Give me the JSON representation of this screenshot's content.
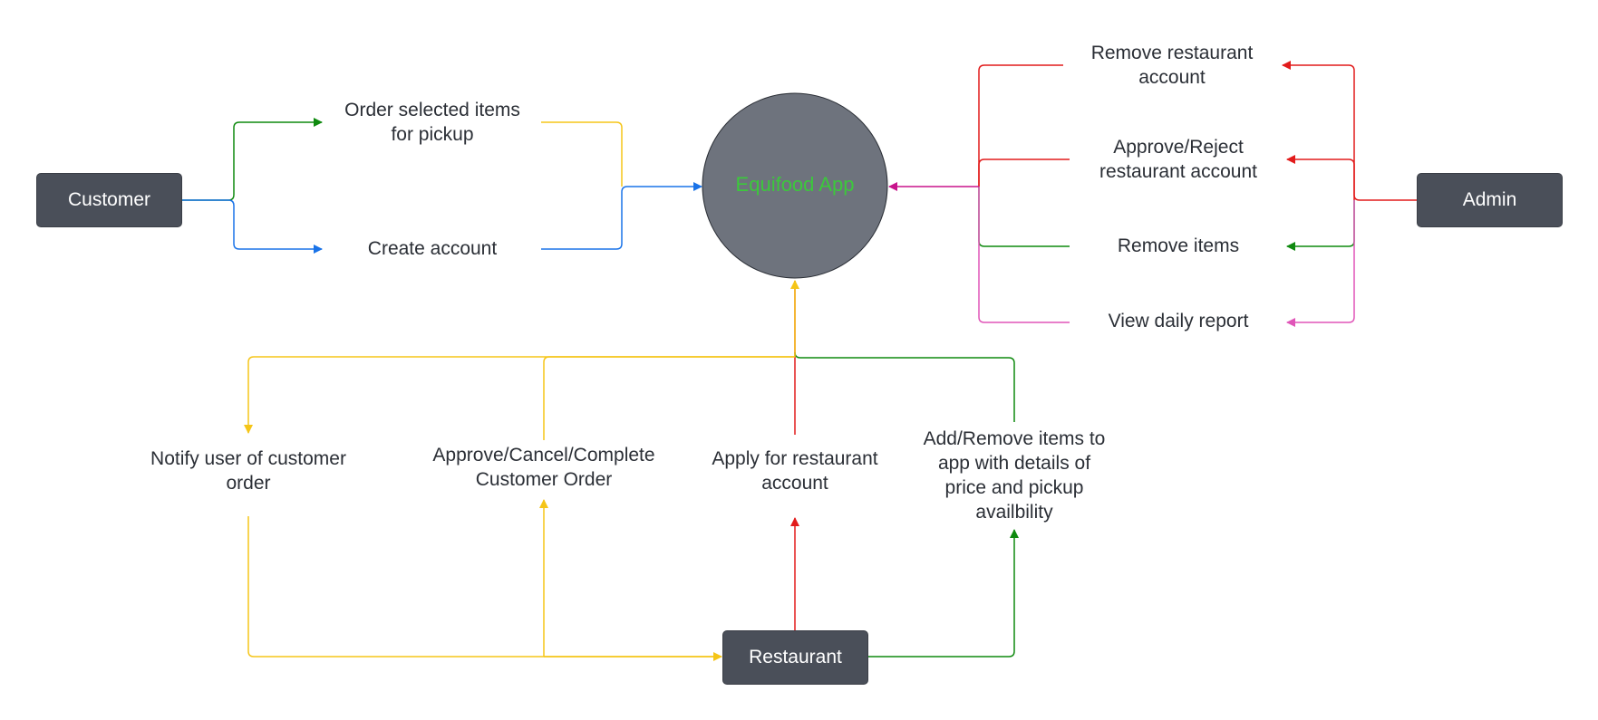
{
  "colors": {
    "green": "#0f8a0f",
    "blue": "#1a73e8",
    "yellow": "#f5c518",
    "red": "#e21b1b",
    "magenta": "#c8148c",
    "pink": "#e055b8",
    "node_fill": "#4a4f59",
    "circle_fill": "#6e737d",
    "app_label": "#3cc83c"
  },
  "center": {
    "label": "Equifood App"
  },
  "nodes": {
    "customer": "Customer",
    "admin": "Admin",
    "restaurant": "Restaurant"
  },
  "customer_actions": {
    "order": "Order selected items\nfor pickup",
    "create_account": "Create account"
  },
  "admin_actions": {
    "remove_restaurant": "Remove restaurant\naccount",
    "approve_reject": "Approve/Reject\nrestaurant account",
    "remove_items": "Remove items",
    "view_report": "View daily report"
  },
  "restaurant_actions": {
    "notify": "Notify user of customer\norder",
    "approve_cancel": "Approve/Cancel/Complete\nCustomer Order",
    "apply": "Apply for restaurant\naccount",
    "add_remove": "Add/Remove items to\napp with details of\nprice and pickup\navailbility"
  }
}
